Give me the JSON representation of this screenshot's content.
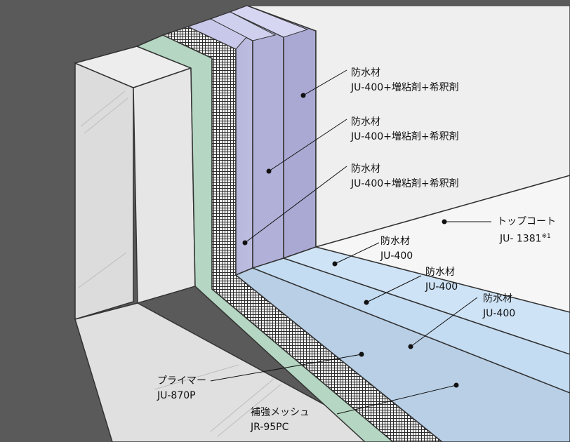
{
  "labels": {
    "wall_coat_3": {
      "line1": "防水材",
      "line2": "JU-400+増粘剤+希釈剤"
    },
    "wall_coat_2": {
      "line1": "防水材",
      "line2": "JU-400+増粘剤+希釈剤"
    },
    "wall_coat_1": {
      "line1": "防水材",
      "line2": "JU-400+増粘剤+希釈剤"
    },
    "topcoat": {
      "line1": "トップコート",
      "line2": "JU- 1381",
      "note": "※1"
    },
    "floor_coat_1": {
      "line1": "防水材",
      "line2": "JU-400"
    },
    "floor_coat_2": {
      "line1": "防水材",
      "line2": "JU-400"
    },
    "floor_coat_3": {
      "line1": "防水材",
      "line2": "JU-400"
    },
    "primer": {
      "line1": "プライマー",
      "line2": "JU-870P"
    },
    "mesh": {
      "line1": "補強メッシュ",
      "line2": "JR-95PC"
    }
  },
  "colors": {
    "background": "#5a5a5a",
    "concrete": "#e4e4e4",
    "primer": "#b4d6c2",
    "mesh": "#3a3a3a",
    "waterproof_wall": "#b3b3d9",
    "waterproof_floor": "#c3dcf2",
    "topcoat": "#f4f4f4"
  }
}
